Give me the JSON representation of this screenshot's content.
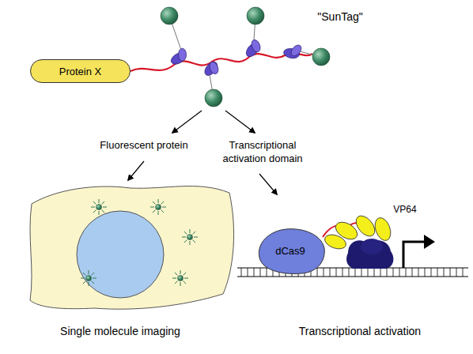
{
  "diagram": {
    "nodes": [
      {
        "text": [
          "Protein X"
        ]
      },
      {
        "text": [
          "dCas9"
        ]
      }
    ],
    "labels": [
      "\"SunTag\"",
      "Fluorescent protein",
      "Transcriptional activation domain",
      "VP64",
      "Single molecule imaging",
      "Transcriptional activation"
    ]
  }
}
